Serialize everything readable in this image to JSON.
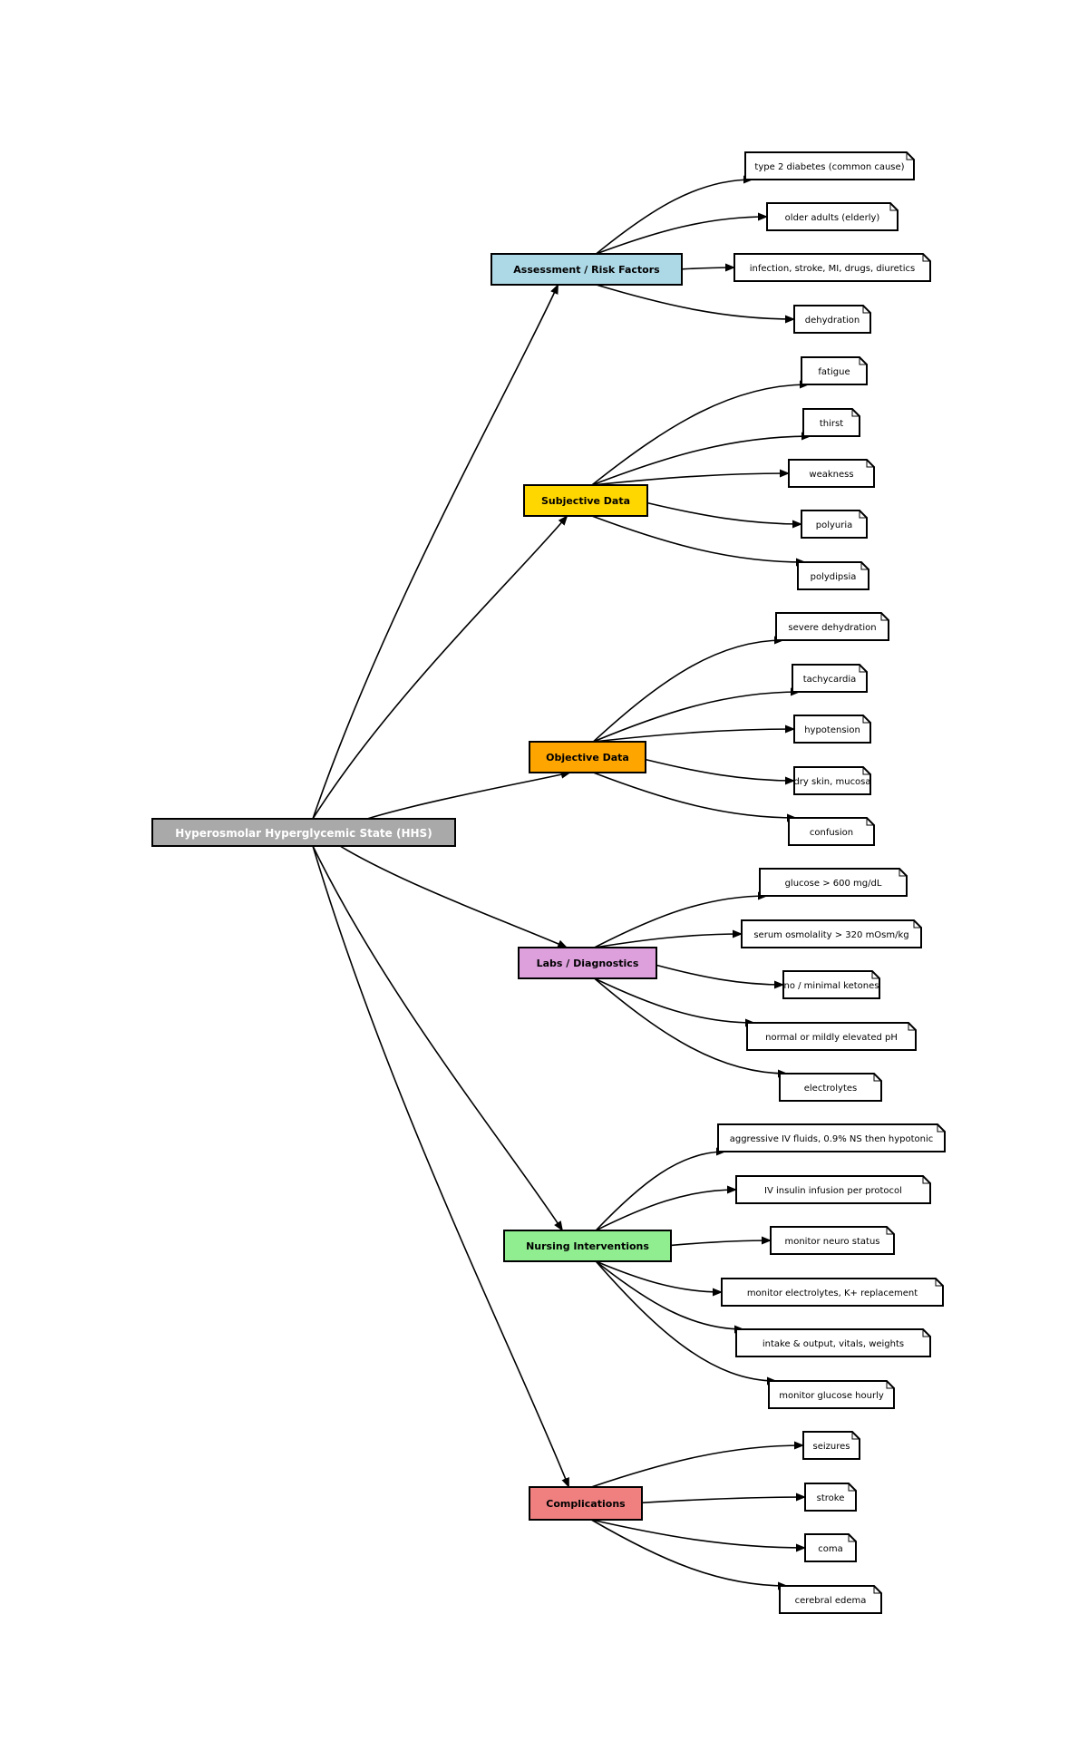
{
  "diagram": {
    "title": "Hyperosmolar Hyperglycemic State (HHS) concept map",
    "root": {
      "label": "Hyperosmolar Hyperglycemic State (HHS)",
      "color": "#a9a9a9",
      "text_color": "#ffffff"
    },
    "categories": [
      {
        "label": "Assessment / Risk Factors",
        "color": "#add8e6",
        "children": [
          "type 2 diabetes (common cause)",
          "older adults (elderly)",
          "infection, stroke, MI, drugs, diuretics",
          "dehydration"
        ]
      },
      {
        "label": "Subjective Data",
        "color": "#ffd700",
        "children": [
          "fatigue",
          "thirst",
          "weakness",
          "polyuria",
          "polydipsia"
        ]
      },
      {
        "label": "Objective Data",
        "color": "#ffa500",
        "children": [
          "severe dehydration",
          "tachycardia",
          "hypotension",
          "dry skin, mucosa",
          "confusion"
        ]
      },
      {
        "label": "Labs / Diagnostics",
        "color": "#dda0dd",
        "children": [
          "glucose > 600 mg/dL",
          "serum osmolality > 320 mOsm/kg",
          "no / minimal ketones",
          "normal or mildly elevated pH",
          "electrolytes"
        ]
      },
      {
        "label": "Nursing Interventions",
        "color": "#90ee90",
        "children": [
          "aggressive IV fluids, 0.9% NS then hypotonic",
          "IV insulin infusion per protocol",
          "monitor neuro status",
          "monitor electrolytes, K+ replacement",
          "intake & output, vitals, weights",
          "monitor glucose hourly"
        ]
      },
      {
        "label": "Complications",
        "color": "#f08080",
        "children": [
          "seizures",
          "stroke",
          "coma",
          "cerebral edema"
        ]
      }
    ]
  }
}
